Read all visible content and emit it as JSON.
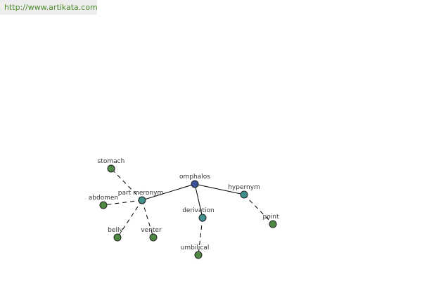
{
  "watermark": {
    "url": "http://www.artikata.com"
  },
  "colors": {
    "root": "#3a4f9a",
    "relation": "#3f8f8a",
    "leaf": "#4f8a44",
    "edge": "#000000",
    "watermark_text": "#4a8a2a"
  },
  "graph": {
    "nodes": [
      {
        "id": "omphalos",
        "label": "omphalos",
        "kind": "root"
      },
      {
        "id": "part-meronym",
        "label": "part meronym",
        "kind": "relation"
      },
      {
        "id": "hypernym",
        "label": "hypernym",
        "kind": "relation"
      },
      {
        "id": "derivation",
        "label": "derivation",
        "kind": "relation"
      },
      {
        "id": "stomach",
        "label": "stomach",
        "kind": "leaf"
      },
      {
        "id": "abdomen",
        "label": "abdomen",
        "kind": "leaf"
      },
      {
        "id": "belly",
        "label": "belly",
        "kind": "leaf"
      },
      {
        "id": "venter",
        "label": "venter",
        "kind": "leaf"
      },
      {
        "id": "point",
        "label": "point",
        "kind": "leaf"
      },
      {
        "id": "umbilical",
        "label": "umbilical",
        "kind": "leaf"
      }
    ],
    "edges": [
      {
        "from": "omphalos",
        "to": "part-meronym",
        "style": "solid"
      },
      {
        "from": "omphalos",
        "to": "hypernym",
        "style": "solid"
      },
      {
        "from": "omphalos",
        "to": "derivation",
        "style": "solid"
      },
      {
        "from": "part-meronym",
        "to": "stomach",
        "style": "dashed"
      },
      {
        "from": "part-meronym",
        "to": "abdomen",
        "style": "dashed"
      },
      {
        "from": "part-meronym",
        "to": "belly",
        "style": "dashed"
      },
      {
        "from": "part-meronym",
        "to": "venter",
        "style": "dashed"
      },
      {
        "from": "hypernym",
        "to": "point",
        "style": "dashed"
      },
      {
        "from": "derivation",
        "to": "umbilical",
        "style": "dashed"
      }
    ]
  }
}
